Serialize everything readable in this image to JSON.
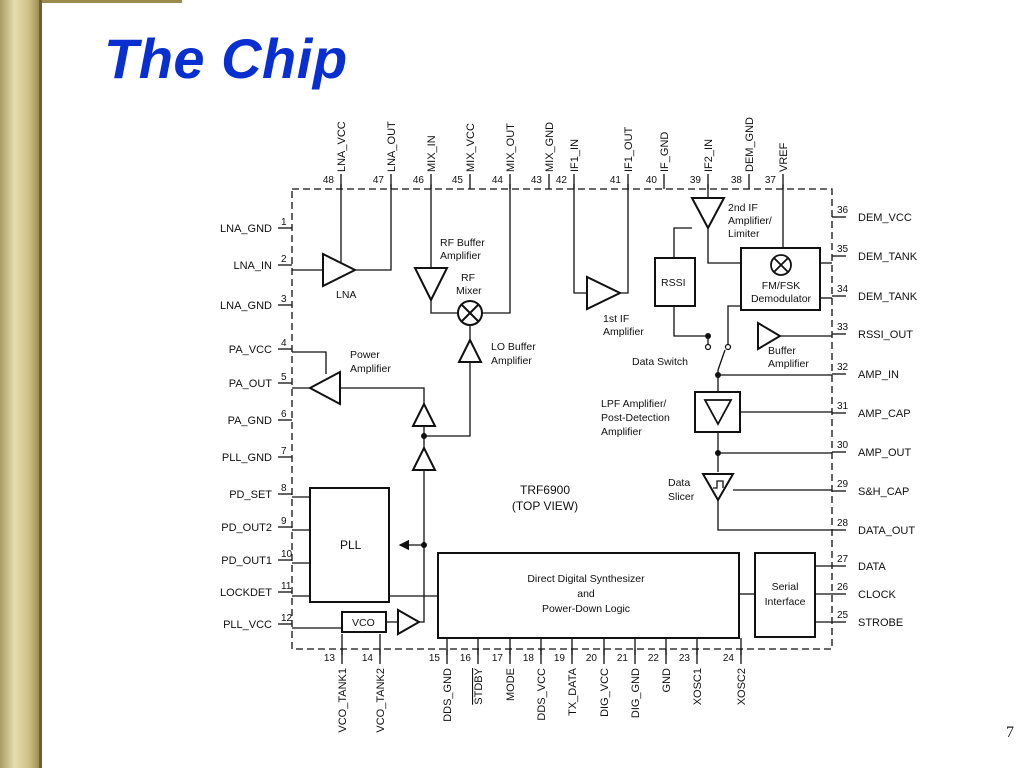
{
  "slide": {
    "title": "The Chip",
    "page_number": "7"
  },
  "chip": {
    "name": "TRF6900",
    "view": "(TOP VIEW)",
    "pins_left": [
      {
        "num": "1",
        "name": "LNA_GND"
      },
      {
        "num": "2",
        "name": "LNA_IN"
      },
      {
        "num": "3",
        "name": "LNA_GND"
      },
      {
        "num": "4",
        "name": "PA_VCC"
      },
      {
        "num": "5",
        "name": "PA_OUT"
      },
      {
        "num": "6",
        "name": "PA_GND"
      },
      {
        "num": "7",
        "name": "PLL_GND"
      },
      {
        "num": "8",
        "name": "PD_SET"
      },
      {
        "num": "9",
        "name": "PD_OUT2"
      },
      {
        "num": "10",
        "name": "PD_OUT1"
      },
      {
        "num": "11",
        "name": "LOCKDET"
      },
      {
        "num": "12",
        "name": "PLL_VCC"
      }
    ],
    "pins_bottom": [
      {
        "num": "13",
        "name": "VCO_TANK1"
      },
      {
        "num": "14",
        "name": "VCO_TANK2"
      },
      {
        "num": "15",
        "name": "DDS_GND"
      },
      {
        "num": "16",
        "name": "STDBY"
      },
      {
        "num": "17",
        "name": "MODE"
      },
      {
        "num": "18",
        "name": "DDS_VCC"
      },
      {
        "num": "19",
        "name": "TX_DATA"
      },
      {
        "num": "20",
        "name": "DIG_VCC"
      },
      {
        "num": "21",
        "name": "DIG_GND"
      },
      {
        "num": "22",
        "name": "GND"
      },
      {
        "num": "23",
        "name": "XOSC1"
      },
      {
        "num": "24",
        "name": "XOSC2"
      }
    ],
    "pins_right": [
      {
        "num": "36",
        "name": "DEM_VCC"
      },
      {
        "num": "35",
        "name": "DEM_TANK"
      },
      {
        "num": "34",
        "name": "DEM_TANK"
      },
      {
        "num": "33",
        "name": "RSSI_OUT"
      },
      {
        "num": "32",
        "name": "AMP_IN"
      },
      {
        "num": "31",
        "name": "AMP_CAP"
      },
      {
        "num": "30",
        "name": "AMP_OUT"
      },
      {
        "num": "29",
        "name": "S&H_CAP"
      },
      {
        "num": "28",
        "name": "DATA_OUT"
      },
      {
        "num": "27",
        "name": "DATA"
      },
      {
        "num": "26",
        "name": "CLOCK"
      },
      {
        "num": "25",
        "name": "STROBE"
      }
    ],
    "pins_top": [
      {
        "num": "48",
        "name": "LNA_VCC"
      },
      {
        "num": "47",
        "name": "LNA_OUT"
      },
      {
        "num": "46",
        "name": "MIX_IN"
      },
      {
        "num": "45",
        "name": "MIX_VCC"
      },
      {
        "num": "44",
        "name": "MIX_OUT"
      },
      {
        "num": "43",
        "name": "MIX_GND"
      },
      {
        "num": "42",
        "name": "IF1_IN"
      },
      {
        "num": "41",
        "name": "IF1_OUT"
      },
      {
        "num": "40",
        "name": "IF_GND"
      },
      {
        "num": "39",
        "name": "IF2_IN"
      },
      {
        "num": "38",
        "name": "DEM_GND"
      },
      {
        "num": "37",
        "name": "VREF"
      }
    ],
    "blocks": {
      "lna": "LNA",
      "rf_buffer": [
        "RF Buffer",
        "Amplifier"
      ],
      "rf_mixer": [
        "RF",
        "Mixer"
      ],
      "lo_buffer": [
        "LO Buffer",
        "Amplifier"
      ],
      "power_amp": [
        "Power",
        "Amplifier"
      ],
      "if1_amp": [
        "1st IF",
        "Amplifier"
      ],
      "if2_amp": [
        "2nd IF",
        "Amplifier/",
        "Limiter"
      ],
      "rssi": "RSSI",
      "demod": [
        "FM/FSK",
        "Demodulator"
      ],
      "buffer_amp": [
        "Buffer",
        "Amplifier"
      ],
      "data_switch": "Data Switch",
      "lpf_amp": [
        "LPF Amplifier/",
        "Post-Detection",
        "Amplifier"
      ],
      "data_slicer": [
        "Data",
        "Slicer"
      ],
      "pll": "PLL",
      "vco": "VCO",
      "dds": [
        "Direct Digital Synthesizer",
        "and",
        "Power-Down Logic"
      ],
      "serial": [
        "Serial",
        "Interface"
      ]
    }
  }
}
